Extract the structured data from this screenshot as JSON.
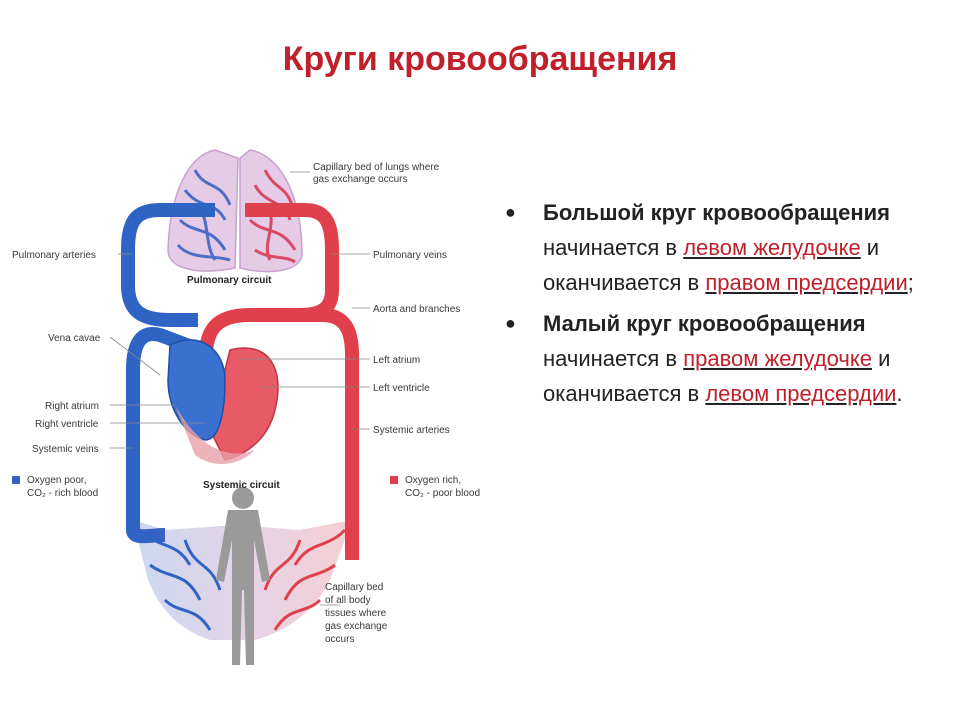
{
  "title": "Круги кровообращения",
  "diagram": {
    "labels": {
      "capillary_lungs_1": "Capillary bed of lungs where",
      "capillary_lungs_2": "gas exchange occurs",
      "pulmonary_arteries": "Pulmonary arteries",
      "pulmonary_veins": "Pulmonary veins",
      "pulmonary_circuit": "Pulmonary circuit",
      "aorta": "Aorta and branches",
      "vena_cavae": "Vena cavae",
      "left_atrium": "Left atrium",
      "left_ventricle": "Left ventricle",
      "right_atrium": "Right atrium",
      "right_ventricle": "Right ventricle",
      "systemic_veins": "Systemic veins",
      "systemic_arteries": "Systemic arteries",
      "systemic_circuit": "Systemic circuit",
      "legend_poor_1": "Oxygen poor,",
      "legend_poor_2": "CO₂ - rich blood",
      "legend_rich_1": "Oxygen rich,",
      "legend_rich_2": "CO₂ - poor blood",
      "capillary_body_1": "Capillary bed",
      "capillary_body_2": "of all body",
      "capillary_body_3": "tissues where",
      "capillary_body_4": "gas exchange",
      "capillary_body_5": "occurs"
    },
    "colors": {
      "oxygen_poor": "#2f63c4",
      "oxygen_rich": "#e0404c",
      "lung": "#d9b4d8"
    }
  },
  "bullets": [
    {
      "bold": "Большой круг кровообращения",
      "t1": " начинается в ",
      "u1": "левом желудочке",
      "t2": " и оканчивается в ",
      "u2": "правом предсердии",
      "t3": ";"
    },
    {
      "bold": "Малый круг кровообращения",
      "t1": " начинается в ",
      "u1": "правом желудочке",
      "t2": " и оканчивается в ",
      "u2": "левом предсердии",
      "t3": "."
    }
  ]
}
